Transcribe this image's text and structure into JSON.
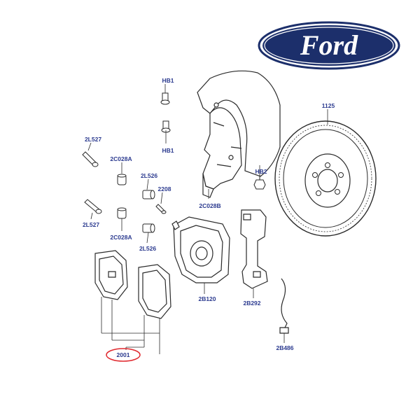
{
  "logo": {
    "brand_text": "Ford",
    "bg_color": "#1c2f6b",
    "text_color": "#ffffff"
  },
  "colors": {
    "label": "#2b3a8f",
    "line": "#2a2a2a",
    "highlight": "#e0282e"
  },
  "labels": {
    "hb1_top": "HB1",
    "hb1_bottom": "HB1",
    "l527_top": "2L527",
    "l527_bottom": "2L527",
    "c028a_top": "2C028A",
    "c028a_bottom": "2C028A",
    "l526_top": "2L526",
    "l526_bottom": "2L526",
    "p2208": "2208",
    "c028b": "2C028B",
    "hb2": "HB2",
    "p1125": "1125",
    "b120": "2B120",
    "b292": "2B292",
    "b486": "2B486",
    "p2001": "2001"
  },
  "highlighted_part": "2001"
}
